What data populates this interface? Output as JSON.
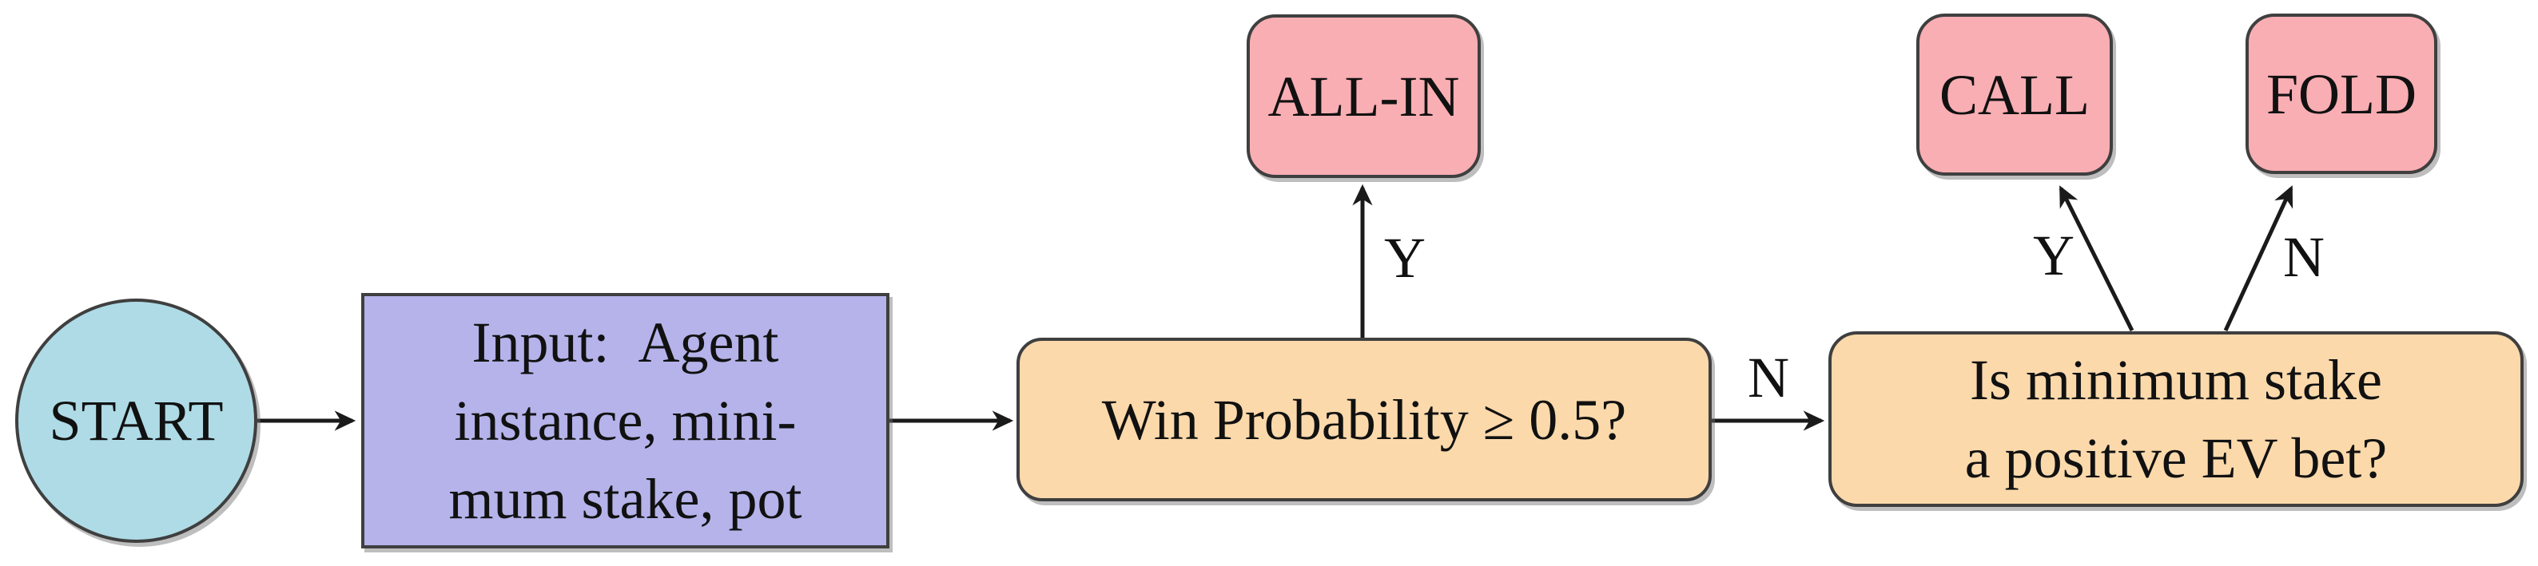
{
  "diagram": {
    "nodes": {
      "start": {
        "label": "START",
        "fill": "#aedbe6",
        "shape": "ellipse"
      },
      "input": {
        "line1": "Input: Agent",
        "line2": "instance, mini-",
        "line3": "mum stake, pot",
        "fill": "#b5b3ea",
        "shape": "rectangle"
      },
      "win_probability": {
        "label": "Win Probability ≥ 0.5?",
        "fill": "#fbd9ab",
        "shape": "rounded-rectangle"
      },
      "all_in": {
        "label": "ALL-IN",
        "fill": "#f9aeb3",
        "shape": "rounded-rectangle"
      },
      "ev_check": {
        "line1": "Is minimum stake",
        "line2": "a positive EV bet?",
        "fill": "#fbd9ab",
        "shape": "rounded-rectangle"
      },
      "call": {
        "label": "CALL",
        "fill": "#f9aeb3",
        "shape": "rounded-rectangle"
      },
      "fold": {
        "label": "FOLD",
        "fill": "#f9aeb3",
        "shape": "rounded-rectangle"
      }
    },
    "edge_labels": {
      "win_yes": "Y",
      "win_no": "N",
      "ev_yes": "Y",
      "ev_no": "N"
    },
    "colors": {
      "start_fill": "#aedbe6",
      "input_fill": "#b5b3ea",
      "decision_fill": "#fbd9ab",
      "action_fill": "#f9aeb3",
      "node_border": "#3f3f3f",
      "arrow": "#1a1a1a",
      "text": "#111111",
      "background": "#ffffff"
    }
  }
}
